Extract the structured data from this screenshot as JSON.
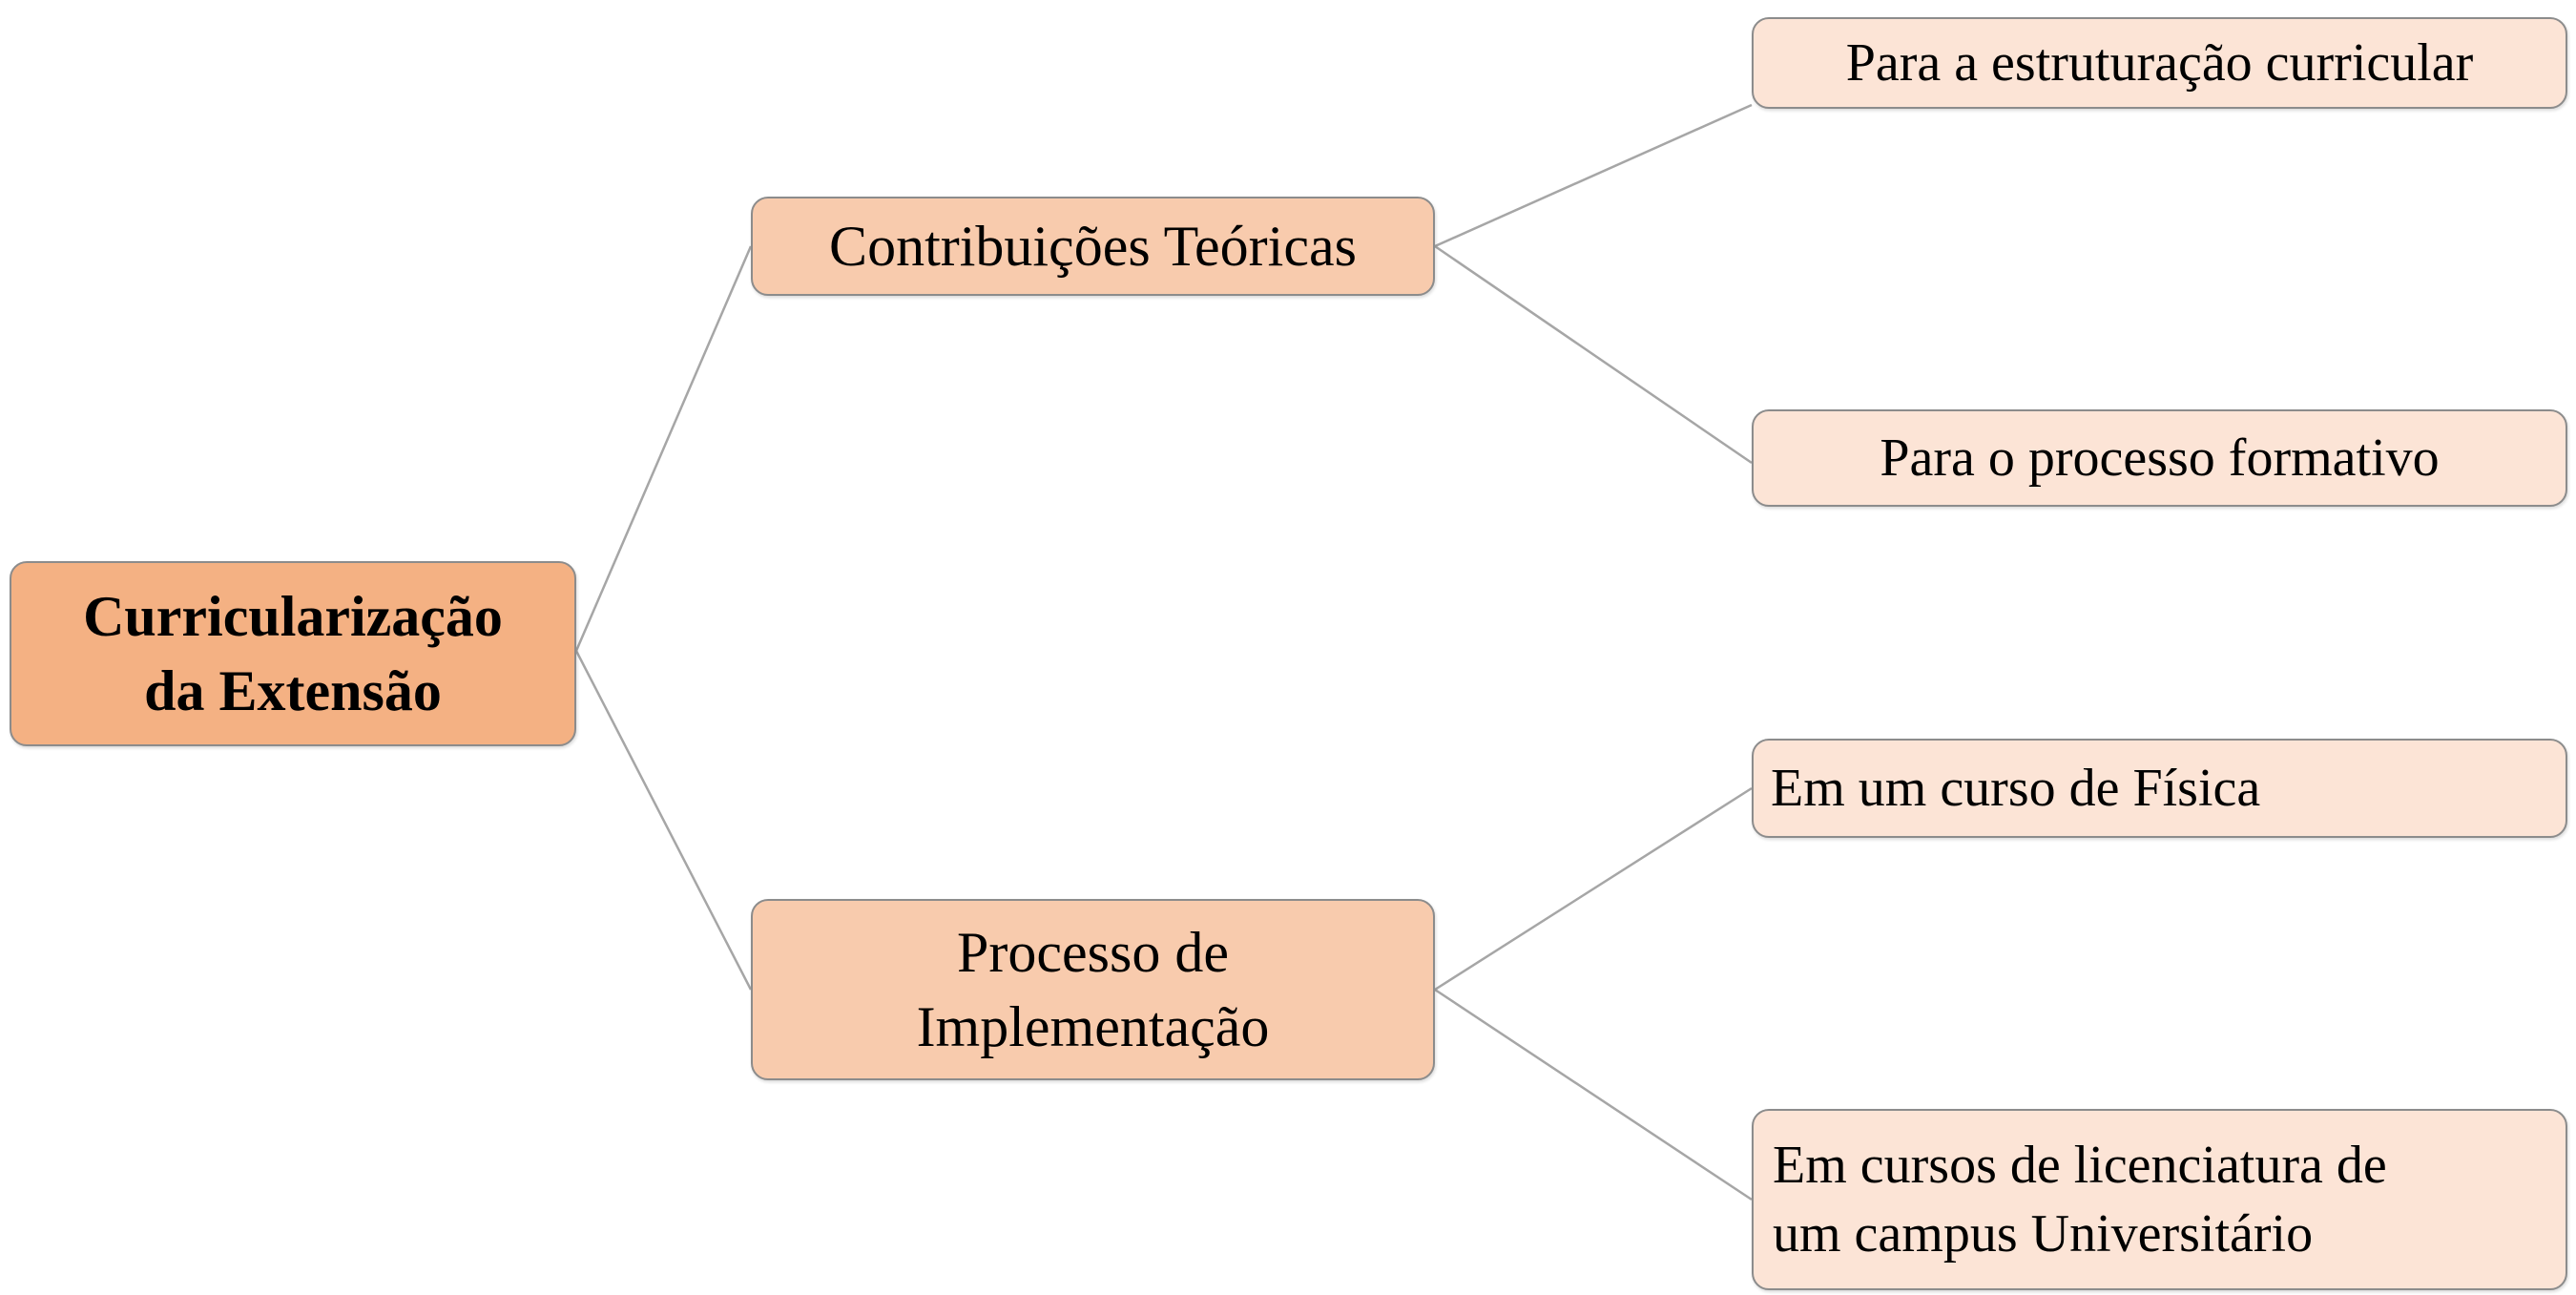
{
  "root": {
    "lines": [
      "Curricularização",
      "da Extensão"
    ]
  },
  "branches": [
    {
      "lines": [
        "Contribuições Teóricas"
      ],
      "children": [
        {
          "lines": [
            "Para a estruturação curricular"
          ]
        },
        {
          "lines": [
            "Para o processo formativo"
          ]
        }
      ]
    },
    {
      "lines": [
        "Processo de",
        "Implementação"
      ],
      "children": [
        {
          "lines": [
            "Em um curso de Física"
          ]
        },
        {
          "lines": [
            "Em cursos de licenciatura de",
            "um campus Universitário"
          ]
        }
      ]
    }
  ],
  "colors": {
    "root_fill": "#f4b183",
    "branch_fill": "#f8cbad",
    "leaf_fill": "#fce4d6",
    "border": "#8c8c8c",
    "connector": "#a6a6a6"
  }
}
